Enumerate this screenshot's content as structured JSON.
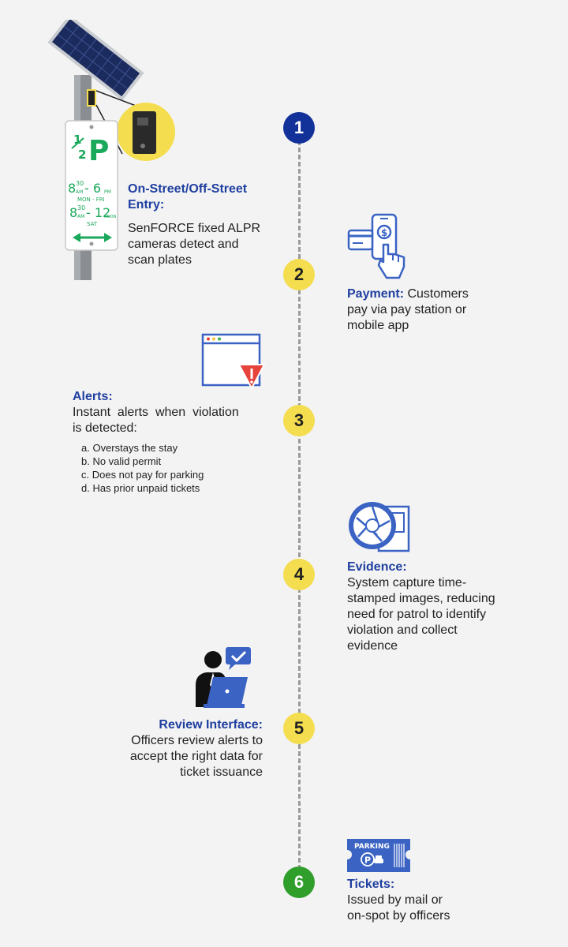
{
  "sign": {
    "fraction_num": "1",
    "fraction_den": "2",
    "letter": "P",
    "weekday_start": "8",
    "weekday_start_min": "30",
    "weekday_start_ampm": "AM",
    "weekday_dash": "- 6",
    "weekday_end_ampm": "PM",
    "weekday_days": "MON - FRI",
    "sat_start": "8",
    "sat_start_min": "30",
    "sat_start_ampm": "AM",
    "sat_dash": "- 12",
    "sat_end_ampm": "NOON",
    "sat_days": "SAT"
  },
  "steps": [
    {
      "number": "1",
      "color": "#12329a"
    },
    {
      "number": "2",
      "color": "#f4dd4e"
    },
    {
      "number": "3",
      "color": "#f4dd4e"
    },
    {
      "number": "4",
      "color": "#f4dd4e"
    },
    {
      "number": "5",
      "color": "#f4dd4e"
    },
    {
      "number": "6",
      "color": "#2f9e2b"
    }
  ],
  "entry": {
    "title_line1": "On-Street/Off-Street",
    "title_line2": "Entry:",
    "body": [
      "SenFORCE fixed ALPR",
      "cameras detect and",
      "scan plates"
    ]
  },
  "payment": {
    "title": "Payment:",
    "body_first": " Customers",
    "body": [
      "pay via pay station or",
      "mobile app"
    ]
  },
  "alerts": {
    "title": "Alerts:",
    "body": [
      "Instant  alerts  when  violation",
      "is detected:"
    ],
    "items": [
      "a. Overstays the stay",
      "b. No valid permit",
      "c. Does not pay for parking",
      "d. Has prior unpaid tickets"
    ]
  },
  "evidence": {
    "title": "Evidence:",
    "body": [
      "System capture time-",
      "stamped images, reducing",
      "need for patrol to identify",
      "violation and collect",
      "evidence"
    ]
  },
  "review": {
    "title": "Review Interface:",
    "body": [
      "Officers review alerts to",
      "accept the right data for",
      "ticket issuance"
    ]
  },
  "tickets": {
    "title": "Tickets:",
    "body": [
      "Issued by mail or",
      "on-spot by officers"
    ],
    "icon_label": "PARKING"
  },
  "colors": {
    "title_blue": "#1f3fa0",
    "icon_blue": "#3a63c4",
    "sign_green": "#1aa85a",
    "alert_red": "#e5433b",
    "highlight_yellow": "#f4dd4e"
  }
}
